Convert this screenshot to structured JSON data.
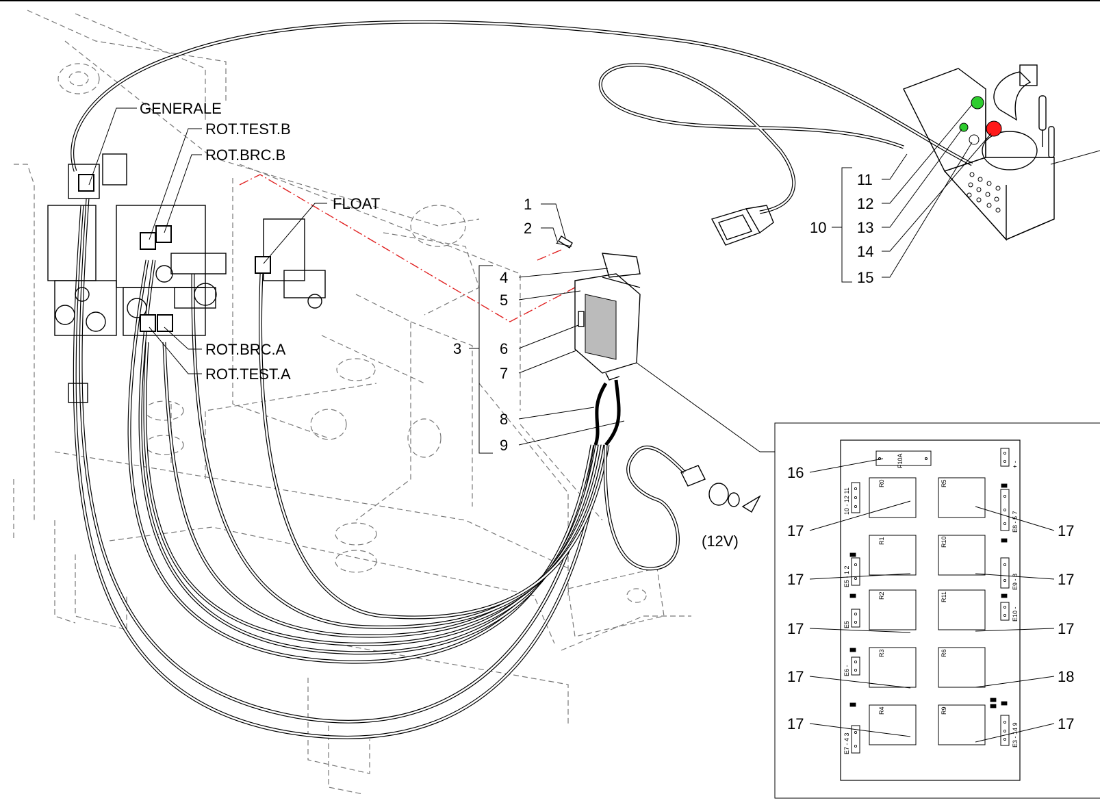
{
  "valve_labels": {
    "generale": "GENERALE",
    "rot_test_b": "ROT.TEST.B",
    "rot_brc_b": "ROT.BRC.B",
    "float": "FLOAT",
    "rot_brc_a": "ROT.BRC.A",
    "rot_test_a": "ROT.TEST.A"
  },
  "part_callouts": {
    "p1": "1",
    "p2": "2",
    "p3": "3",
    "p4": "4",
    "p5": "5",
    "p6": "6",
    "p7": "7",
    "p8": "8",
    "p9": "9",
    "p10": "10",
    "p11": "11",
    "p12": "12",
    "p13": "13",
    "p14": "14",
    "p15": "15",
    "p16": "16",
    "p18": "18"
  },
  "relay_callouts": [
    "17",
    "17",
    "17",
    "17",
    "17",
    "17",
    "17",
    "17",
    "17"
  ],
  "voltage_label": "(12V)",
  "relay_board": {
    "fuse": "F10A",
    "relays": [
      "R0",
      "R1",
      "R2",
      "R3",
      "R4",
      "R5",
      "R10",
      "R11",
      "R6",
      "R9"
    ],
    "connectors_left": [
      "10 - 12 11",
      "E5 - 1 2",
      "E5",
      "E6 -",
      "E7 - 4 3"
    ],
    "connectors_right": [
      "+ -",
      "E8 - 5 7",
      "E9 - 8",
      "E10 -",
      "E3 - 14 9"
    ]
  },
  "colors": {
    "indicator_green": "#2ecc2e",
    "indicator_red": "#ff1a1a",
    "section_line": "#e02020"
  }
}
